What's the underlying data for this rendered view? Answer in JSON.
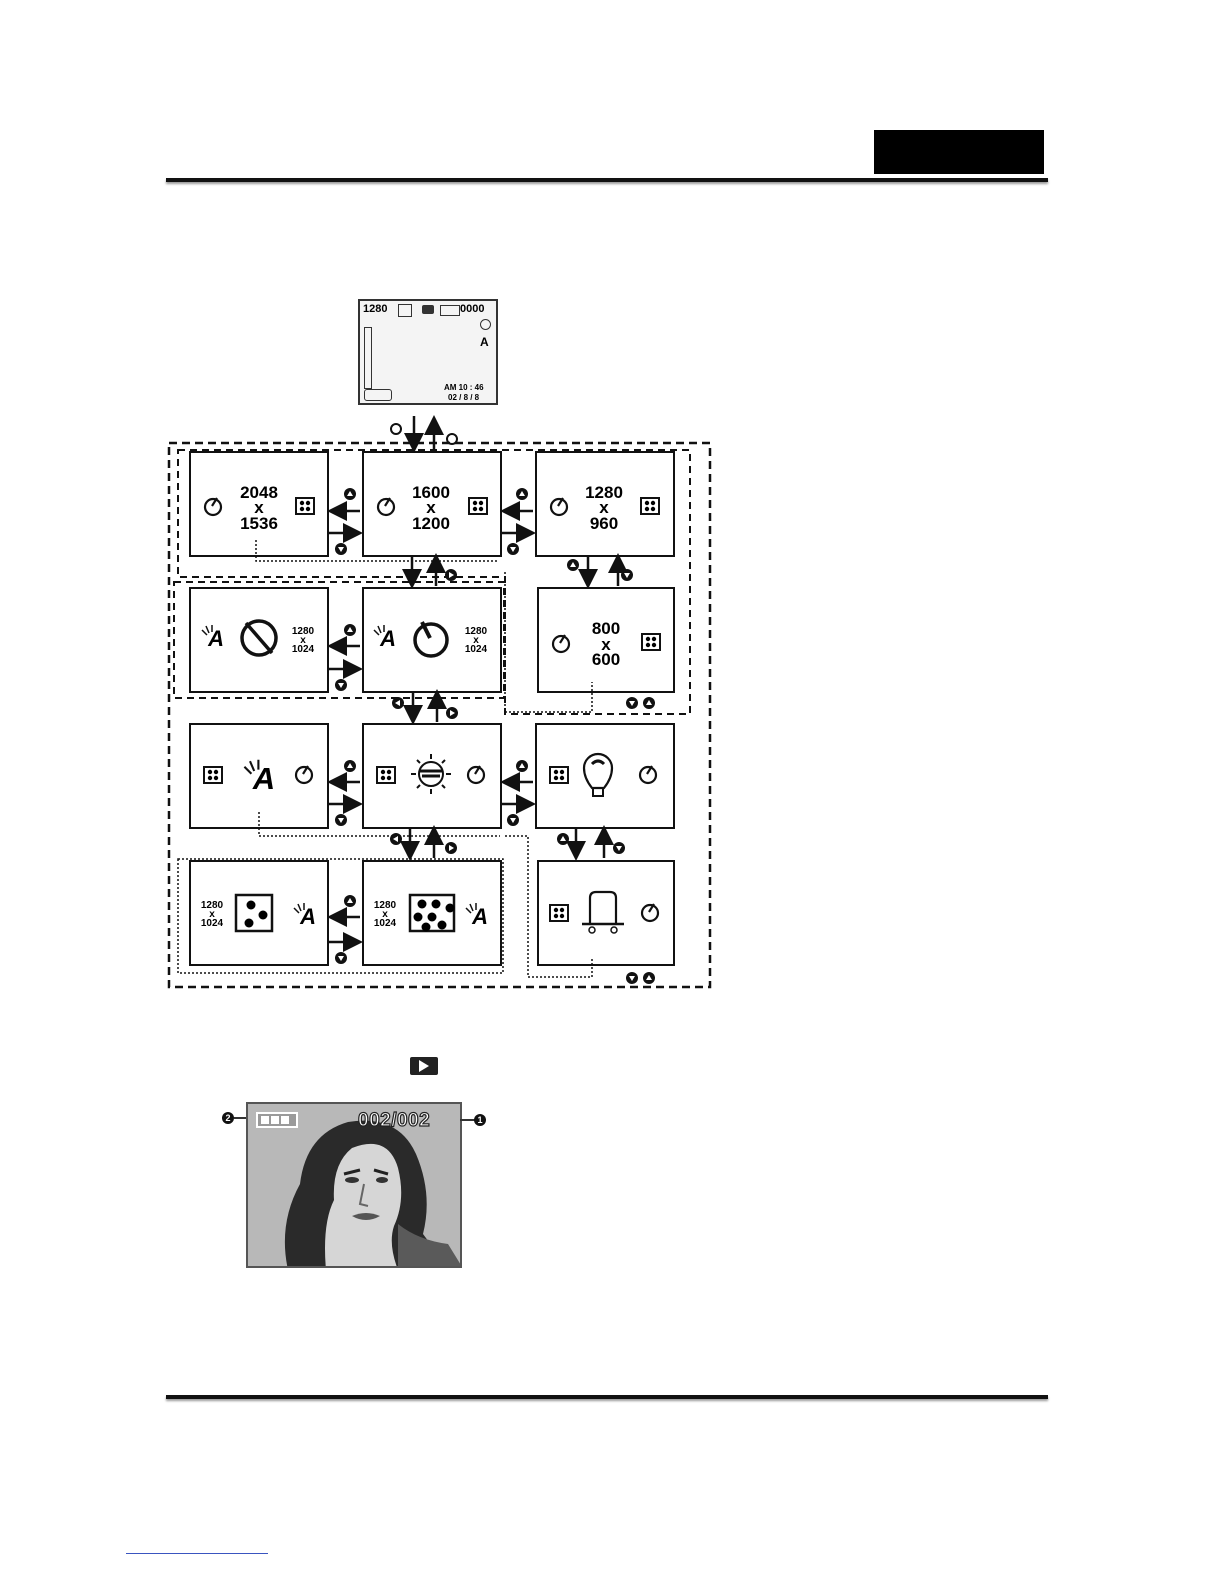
{
  "header": {
    "tab_text": ""
  },
  "preview_screen": {
    "resolution": "1280",
    "counter": "0000",
    "time": "AM 10 : 46",
    "date": "02 / 8 / 8"
  },
  "diagram": {
    "screens": {
      "res_2048": {
        "top": "2048",
        "mid": "x",
        "bot": "1536"
      },
      "res_1600": {
        "top": "1600",
        "mid": "x",
        "bot": "1200"
      },
      "res_1280": {
        "top": "1280",
        "mid": "x",
        "bot": "960"
      },
      "res_800": {
        "top": "800",
        "mid": "x",
        "bot": "600"
      },
      "small_res": {
        "top": "1280",
        "mid": "x",
        "bot": "1024"
      }
    }
  },
  "playback": {
    "counter": "002/002",
    "callout_1": "1",
    "callout_2": "2"
  },
  "icons": [
    "self-timer-icon",
    "quality-icon",
    "flash-auto-icon",
    "daylight-icon",
    "tungsten-icon",
    "fluorescent-icon",
    "playback-icon",
    "up-button-icon",
    "down-button-icon",
    "left-button-icon",
    "right-button-icon",
    "battery-icon",
    "camera-mode-icon"
  ]
}
